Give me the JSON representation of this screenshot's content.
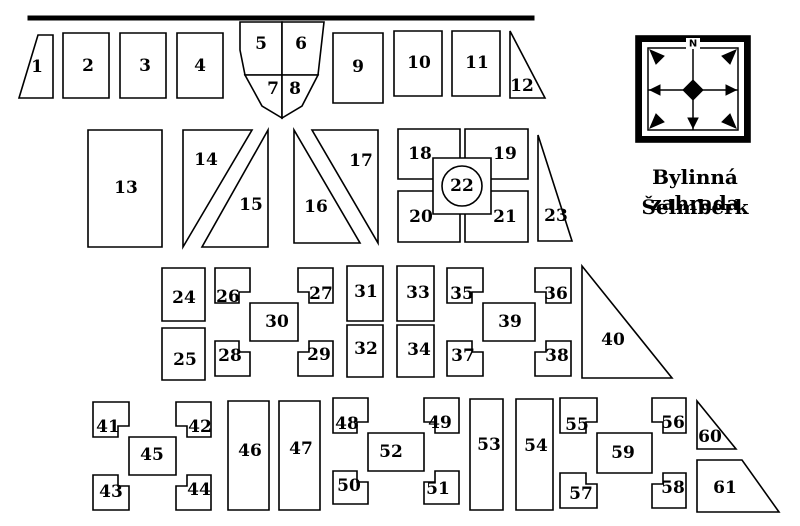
{
  "title_line1": "Bylinná zahrada",
  "title_line2": "Šelmberk",
  "compass_letter": "N",
  "beds": [
    "1",
    "2",
    "3",
    "4",
    "5",
    "6",
    "7",
    "8",
    "9",
    "10",
    "11",
    "12",
    "13",
    "14",
    "15",
    "16",
    "17",
    "18",
    "19",
    "20",
    "21",
    "22",
    "23",
    "24",
    "25",
    "26",
    "27",
    "28",
    "29",
    "30",
    "31",
    "32",
    "33",
    "34",
    "35",
    "36",
    "37",
    "38",
    "39",
    "40",
    "41",
    "42",
    "43",
    "44",
    "45",
    "46",
    "47",
    "48",
    "49",
    "50",
    "51",
    "52",
    "53",
    "54",
    "55",
    "56",
    "57",
    "58",
    "59",
    "60",
    "61"
  ]
}
